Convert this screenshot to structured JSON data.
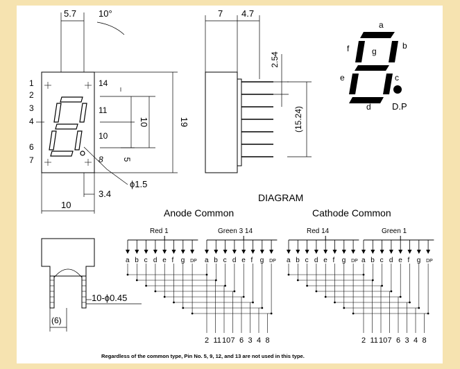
{
  "front_view": {
    "dim_top_width": "5.7",
    "dim_angle": "10°",
    "pin_left": [
      "1",
      "2",
      "3",
      "4",
      "6",
      "7"
    ],
    "pin_right": [
      "14",
      "11",
      "10",
      "8"
    ],
    "dim_pin_pitch": "10",
    "dim_pin_half": "5",
    "dim_height": "19",
    "dim_diameter": "ϕ1.5",
    "dim_offset": "3.4",
    "dim_width": "10"
  },
  "side_view": {
    "dim_depth": "7",
    "dim_lead": "4.7",
    "dim_pitch": "2.54",
    "dim_span": "(15.24)"
  },
  "segment_legend": {
    "labels": [
      "a",
      "b",
      "c",
      "d",
      "e",
      "f",
      "g"
    ],
    "dp_label": "D.P"
  },
  "bottom_view": {
    "dim_leads": "10-ϕ0.45",
    "dim_base": "(6)"
  },
  "diagram": {
    "title": "DIAGRAM",
    "anode_title": "Anode Common",
    "cathode_title": "Cathode  Common",
    "anode_left_label": "Red 1",
    "anode_right_label": "Green  3 14",
    "cathode_left_label": "Red 14",
    "cathode_right_label": "Green  1",
    "segment_labels": [
      "a",
      "b",
      "c",
      "d",
      "e",
      "f",
      "g",
      "DP"
    ],
    "pin_numbers": [
      "2",
      "11",
      "10",
      "7",
      "6",
      "3",
      "4",
      "8"
    ]
  },
  "footnote": "Regardless of the common type, Pin No. 5, 9, 12, and 13 are not used in this type."
}
